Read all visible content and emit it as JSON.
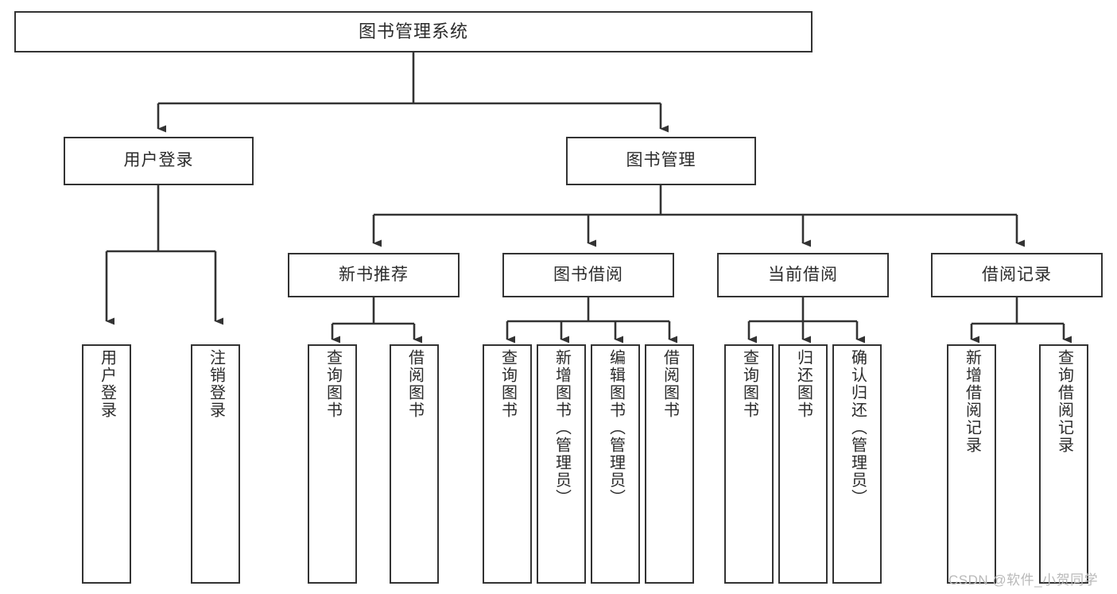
{
  "diagram": {
    "title": "图书管理系统",
    "type": "tree-hierarchy-chart",
    "background_color": "#ffffff",
    "line_color": "#333333",
    "text_color": "#2b2b2b",
    "watermark": "CSDN @软件_小贺同学"
  },
  "nodes": {
    "root": {
      "label": "图书管理系统"
    },
    "level1": [
      {
        "label": "用户登录"
      },
      {
        "label": "图书管理"
      }
    ],
    "level2": [
      {
        "label": "新书推荐"
      },
      {
        "label": "图书借阅"
      },
      {
        "label": "当前借阅"
      },
      {
        "label": "借阅记录"
      }
    ],
    "leaves": {
      "user_login": [
        {
          "label": "用户登录"
        },
        {
          "label": "注销登录"
        }
      ],
      "new_book_recommend": [
        {
          "label": "查询图书"
        },
        {
          "label": "借阅图书"
        }
      ],
      "book_borrow": [
        {
          "label": "查询图书"
        },
        {
          "label": "新增图书（管理员）"
        },
        {
          "label": "编辑图书（管理员）"
        },
        {
          "label": "借阅图书"
        }
      ],
      "current_borrow": [
        {
          "label": "查询图书"
        },
        {
          "label": "归还图书"
        },
        {
          "label": "确认归还（管理员）"
        }
      ],
      "borrow_record": [
        {
          "label": "新增借阅记录"
        },
        {
          "label": "查询借阅记录"
        }
      ]
    }
  }
}
